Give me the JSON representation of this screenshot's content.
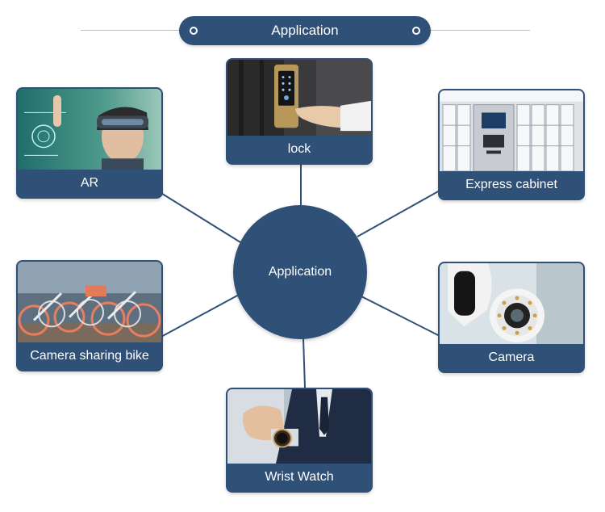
{
  "banner": {
    "title": "Application"
  },
  "hub": {
    "label": "Application"
  },
  "cards": {
    "ar": {
      "label": "AR",
      "icon": "vr-headset-person-icon"
    },
    "lock": {
      "label": "lock",
      "icon": "fingerprint-door-lock-icon"
    },
    "express": {
      "label": "Express cabinet",
      "icon": "parcel-locker-icon"
    },
    "bike": {
      "label": "Camera sharing bike",
      "icon": "shared-bike-icon"
    },
    "camera": {
      "label": "Camera",
      "icon": "security-camera-icon"
    },
    "watch": {
      "label": "Wrist Watch",
      "icon": "wrist-watch-icon"
    }
  },
  "colors": {
    "primary": "#2f5077",
    "connector": "#2f5077",
    "background": "#ffffff"
  }
}
